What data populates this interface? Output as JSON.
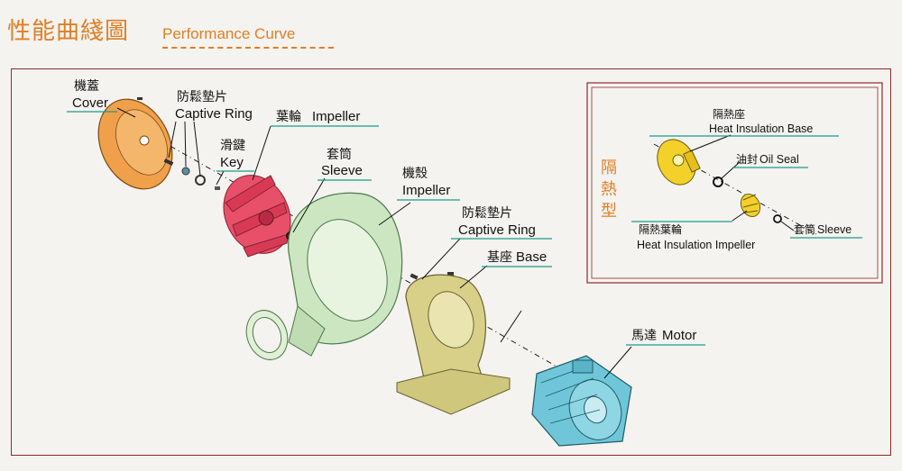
{
  "header": {
    "title_zh": "性能曲綫圖",
    "title_en": "Performance Curve"
  },
  "labels": {
    "cover": {
      "zh": "機蓋",
      "en": "Cover"
    },
    "captive_ring_1": {
      "zh": "防鬆墊片",
      "en": "Captive Ring"
    },
    "impeller_blade": {
      "zh": "葉輪",
      "en": "Impeller"
    },
    "key": {
      "zh": "滑鍵",
      "en": "Key"
    },
    "sleeve": {
      "zh": "套筒",
      "en": "Sleeve"
    },
    "housing": {
      "zh": "機殼",
      "en": "Impeller"
    },
    "captive_ring_2": {
      "zh": "防鬆墊片",
      "en": "Captive Ring"
    },
    "base": {
      "zh": "基座",
      "en": "Base"
    },
    "motor": {
      "zh": "馬達",
      "en": "Motor"
    }
  },
  "inset": {
    "vertical_title": [
      "隔",
      "熱",
      "型"
    ],
    "heat_base": {
      "zh": "隔熱座",
      "en": "Heat Insulation Base"
    },
    "oil_seal": {
      "zh": "油封",
      "en": "Oil Seal"
    },
    "heat_impeller": {
      "zh": "隔熱葉輪",
      "en": "Heat Insulation Impeller"
    },
    "sleeve": {
      "zh": "套筒",
      "en": "Sleeve"
    }
  },
  "colors": {
    "accent": "#e07e26",
    "frame": "#8b2c2c",
    "cover": "#f0a04a",
    "impeller": "#e8506a",
    "housing": "#cde6c2",
    "base": "#d8d089",
    "motor": "#6fc6d8",
    "inset_base": "#f3d02a",
    "underline": "#1a9a8a"
  }
}
